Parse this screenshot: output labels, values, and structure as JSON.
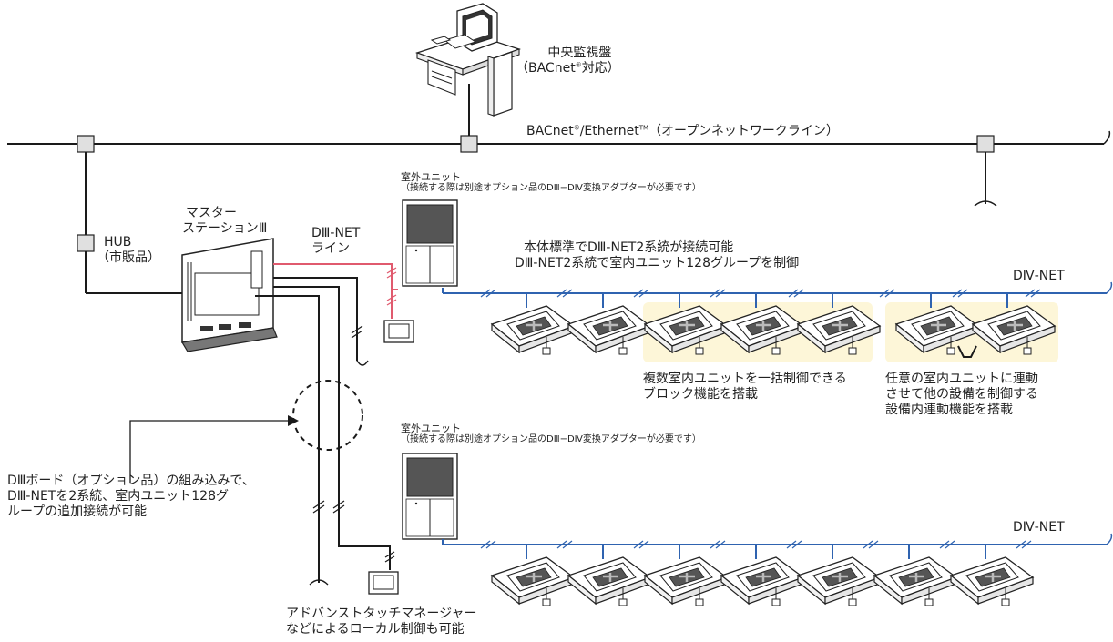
{
  "central_monitor": {
    "line1": "中央監視盤",
    "line2": "（BACnet",
    "reg": "®",
    "line2b": "対応）"
  },
  "backbone": {
    "pre": "BACnet",
    "reg": "®",
    "mid": "/Ethernet",
    "tm": "TM",
    "post": "（オープンネットワークライン）"
  },
  "hub": {
    "line1": "HUB",
    "line2": "（市販品）"
  },
  "master_station": {
    "line1": "マスター",
    "line2": "ステーションⅢ"
  },
  "diii_net_line": {
    "line1": "DⅢ-NET",
    "line2": "ライン"
  },
  "outdoor_unit_1": {
    "title": "室外ユニット",
    "note": "（接続する際は別途オプション品のDⅢ−DⅣ変換アダプターが必要です）"
  },
  "outdoor_unit_2": {
    "title": "室外ユニット",
    "note": "（接続する際は別途オプション品のDⅢ−DⅣ変換アダプターが必要です）"
  },
  "standard_note": {
    "line1": "本体標準でDⅢ-NET2系統が接続可能",
    "line2": "DⅢ-NET2系統で室内ユニット128グループを制御"
  },
  "div_net_1": "DⅣ-NET",
  "div_net_2": "DⅣ-NET",
  "block_function": {
    "line1": "複数室内ユニットを一括制御できる",
    "line2": "ブロック機能を搭載"
  },
  "interlock_function": {
    "line1": "任意の室内ユニットに連動",
    "line2": "させて他の設備を制御する",
    "line3": "設備内連動機能を搭載"
  },
  "diii_board": {
    "line1": "DⅢボード（オプション品）の組み込みで、",
    "line2": "DⅢ-NETを2系統、室内ユニット128グ",
    "line3": "ループの追加接続が可能"
  },
  "advanced_touch": {
    "line1": "アドバンストタッチマネージャー",
    "line2": "などによるローカル制御も可能"
  },
  "colors": {
    "diii_line": "#e05a6e",
    "div_line": "#2f63b0",
    "wire": "#1a1a1a",
    "highlight": "#fdf6d8"
  },
  "icons": [
    "monitor-desk-icon",
    "hub-icon",
    "master-station-icon",
    "outdoor-unit-icon",
    "remote-controller-icon",
    "cassette-indoor-unit-icon"
  ]
}
